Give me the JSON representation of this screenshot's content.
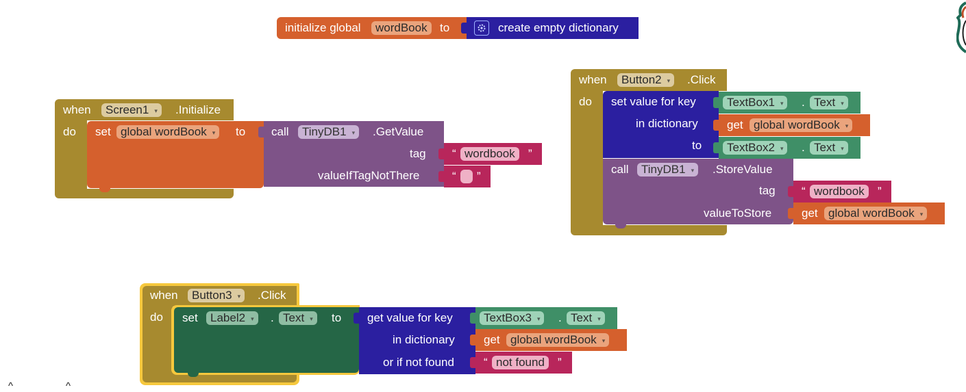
{
  "colors": {
    "event_gold": "#a78a2f",
    "variable_orange": "#d5602d",
    "tinydb_purple": "#7e5388",
    "dictionary_navy": "#2b1fa0",
    "text_magenta": "#b8265b",
    "component_green": "#3f8f67",
    "label_darkgreen": "#256646",
    "selection_yellow": "#f6c83d"
  },
  "global_block": {
    "prefix": "initialize global",
    "var_name": "wordBook",
    "to": "to",
    "dict_label": "create empty dictionary"
  },
  "screen1_block": {
    "when": "when",
    "component": "Screen1",
    "event": ".Initialize",
    "do": "do",
    "set": "set",
    "variable": "global wordBook",
    "to": "to",
    "call": "call",
    "db": "TinyDB1",
    "method": ".GetValue",
    "tag_label": "tag",
    "tag_value": "wordbook",
    "default_label": "valueIfTagNotThere",
    "quote_open": "“",
    "quote_close": "”"
  },
  "button2_block": {
    "when": "when",
    "component": "Button2",
    "event": ".Click",
    "do": "do",
    "set_value": "set value for key",
    "key_component": "TextBox1",
    "dot": ".",
    "key_prop": "Text",
    "in_dict": "in dictionary",
    "get": "get",
    "dict_var": "global wordBook",
    "to": "to",
    "val_component": "TextBox2",
    "val_prop": "Text",
    "call": "call",
    "db": "TinyDB1",
    "method": ".StoreValue",
    "tag_label": "tag",
    "tag_value": "wordbook",
    "store_label": "valueToStore",
    "store_var": "global wordBook",
    "quote_open": "“",
    "quote_close": "”"
  },
  "button3_block": {
    "when": "when",
    "component": "Button3",
    "event": ".Click",
    "do": "do",
    "set": "set",
    "label_component": "Label2",
    "dot": ".",
    "label_prop": "Text",
    "to": "to",
    "get_value": "get value for key",
    "key_component": "TextBox3",
    "key_prop": "Text",
    "in_dict": "in dictionary",
    "get": "get",
    "dict_var": "global wordBook",
    "not_found_label": "or if not found",
    "not_found_value": "not found",
    "quote_open": "“",
    "quote_close": "”"
  },
  "dropdown_arrow": "▾",
  "scroll_caret": "^"
}
